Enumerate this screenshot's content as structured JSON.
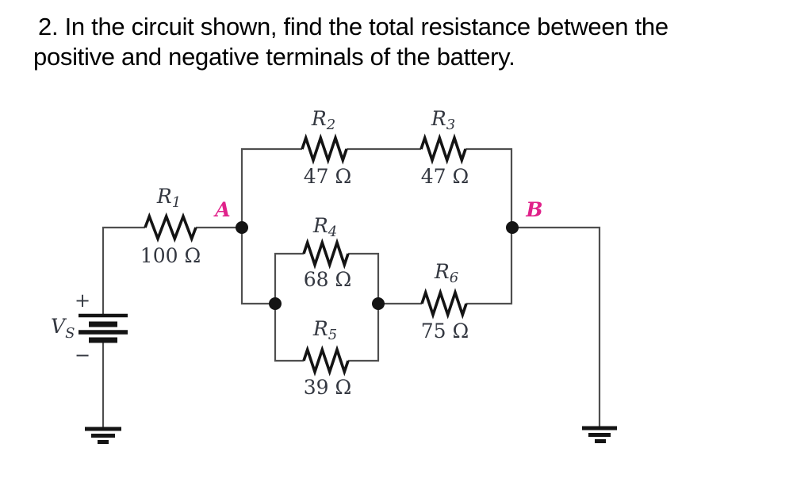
{
  "title": {
    "line1": "2. In the circuit shown, find the total resistance between the",
    "line2": "positive and negative terminals of the battery."
  },
  "circuit": {
    "source": {
      "name": "V",
      "sub": "S",
      "plus": "+",
      "minus": "−"
    },
    "node_labels": {
      "a": "A",
      "b": "B"
    },
    "resistors": {
      "r1": {
        "name": "R",
        "sub": "1",
        "value": "100 Ω"
      },
      "r2": {
        "name": "R",
        "sub": "2",
        "value": "47 Ω"
      },
      "r3": {
        "name": "R",
        "sub": "3",
        "value": "47 Ω"
      },
      "r4": {
        "name": "R",
        "sub": "4",
        "value": "68 Ω"
      },
      "r5": {
        "name": "R",
        "sub": "5",
        "value": "39 Ω"
      },
      "r6": {
        "name": "R",
        "sub": "6",
        "value": "75 Ω"
      }
    },
    "colors": {
      "wire": "#4f4f4f",
      "component": "#141414",
      "label": "#333740",
      "node_label": "#e0218a",
      "title_text": "#000000",
      "background": "#ffffff"
    }
  }
}
